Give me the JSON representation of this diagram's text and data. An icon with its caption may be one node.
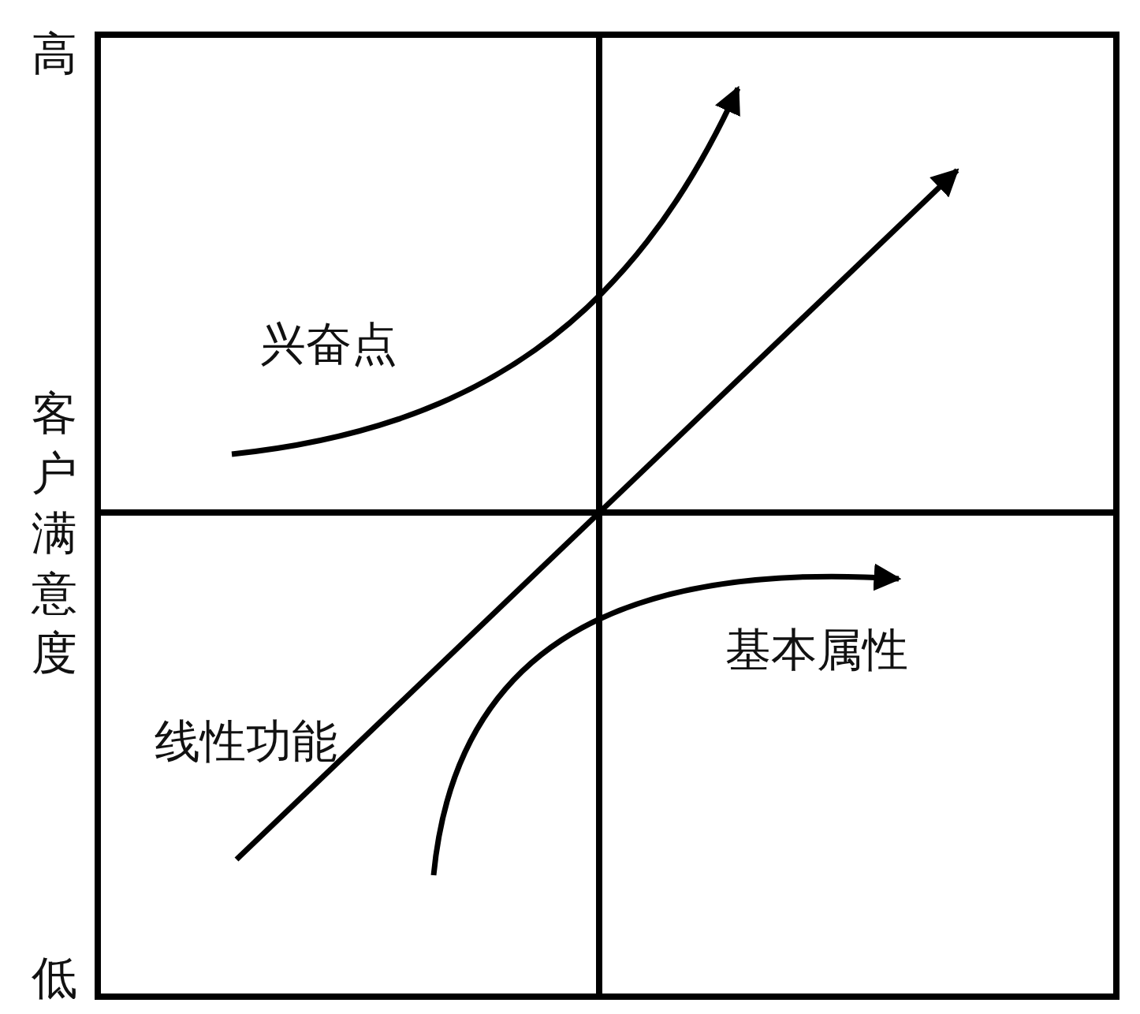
{
  "diagram": {
    "labels": [
      "高",
      "客户满意度",
      "低",
      "兴奋点",
      "基本属性",
      "线性功能"
    ]
  }
}
